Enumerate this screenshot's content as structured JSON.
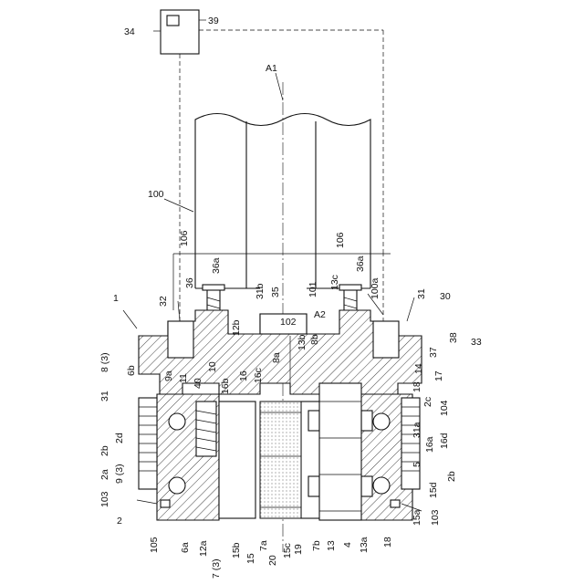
{
  "figure": {
    "labels": [
      {
        "id": "l34",
        "text": "34"
      },
      {
        "id": "l39",
        "text": "39"
      },
      {
        "id": "lA1",
        "text": "A1"
      },
      {
        "id": "l100",
        "text": "100"
      },
      {
        "id": "l106a",
        "text": "106"
      },
      {
        "id": "l36a1",
        "text": "36a"
      },
      {
        "id": "l106b",
        "text": "106"
      },
      {
        "id": "l36a2",
        "text": "36a"
      },
      {
        "id": "l1",
        "text": "1"
      },
      {
        "id": "l32",
        "text": "32"
      },
      {
        "id": "l36",
        "text": "36"
      },
      {
        "id": "l31b",
        "text": "31b"
      },
      {
        "id": "l35",
        "text": "35"
      },
      {
        "id": "l101",
        "text": "101"
      },
      {
        "id": "l13c",
        "text": "13c"
      },
      {
        "id": "l100a",
        "text": "100a"
      },
      {
        "id": "l31t",
        "text": "31"
      },
      {
        "id": "l30",
        "text": "30"
      },
      {
        "id": "l12b",
        "text": "12b"
      },
      {
        "id": "l102",
        "text": "102"
      },
      {
        "id": "lA2",
        "text": "A2"
      },
      {
        "id": "l8b",
        "text": "8b"
      },
      {
        "id": "l13b",
        "text": "13b"
      },
      {
        "id": "l8_3",
        "text": "8 (3)"
      },
      {
        "id": "l6b",
        "text": "6b"
      },
      {
        "id": "l9a",
        "text": "9a"
      },
      {
        "id": "l11",
        "text": "11"
      },
      {
        "id": "l40",
        "text": "40"
      },
      {
        "id": "l10",
        "text": "10"
      },
      {
        "id": "l16b",
        "text": "16b"
      },
      {
        "id": "l16",
        "text": "16"
      },
      {
        "id": "l16c",
        "text": "16c"
      },
      {
        "id": "l8a",
        "text": "8a"
      },
      {
        "id": "l37",
        "text": "37"
      },
      {
        "id": "l38",
        "text": "38"
      },
      {
        "id": "l33",
        "text": "33"
      },
      {
        "id": "l14",
        "text": "14"
      },
      {
        "id": "l17",
        "text": "17"
      },
      {
        "id": "l18a",
        "text": "18"
      },
      {
        "id": "l2c",
        "text": "2c"
      },
      {
        "id": "l104",
        "text": "104"
      },
      {
        "id": "l31l",
        "text": "31"
      },
      {
        "id": "l2d",
        "text": "2d"
      },
      {
        "id": "l2b",
        "text": "2b"
      },
      {
        "id": "l9_3",
        "text": "9 (3)"
      },
      {
        "id": "l2a",
        "text": "2a"
      },
      {
        "id": "l103a",
        "text": "103"
      },
      {
        "id": "l31a",
        "text": "31a"
      },
      {
        "id": "l16a",
        "text": "16a"
      },
      {
        "id": "l16d",
        "text": "16d"
      },
      {
        "id": "l5",
        "text": "5"
      },
      {
        "id": "l2br",
        "text": "2b"
      },
      {
        "id": "l15d",
        "text": "15d"
      },
      {
        "id": "l2",
        "text": "2"
      },
      {
        "id": "l105",
        "text": "105"
      },
      {
        "id": "l6a",
        "text": "6a"
      },
      {
        "id": "l12a",
        "text": "12a"
      },
      {
        "id": "l7_3",
        "text": "7 (3)"
      },
      {
        "id": "l15b",
        "text": "15b"
      },
      {
        "id": "l15",
        "text": "15"
      },
      {
        "id": "l7a",
        "text": "7a"
      },
      {
        "id": "l20",
        "text": "20"
      },
      {
        "id": "l15c",
        "text": "15c"
      },
      {
        "id": "l19",
        "text": "19"
      },
      {
        "id": "l7b",
        "text": "7b"
      },
      {
        "id": "l13",
        "text": "13"
      },
      {
        "id": "l4",
        "text": "4"
      },
      {
        "id": "l13a",
        "text": "13a"
      },
      {
        "id": "l18b",
        "text": "18"
      },
      {
        "id": "l15a",
        "text": "15a"
      },
      {
        "id": "l103b",
        "text": "103"
      }
    ]
  }
}
